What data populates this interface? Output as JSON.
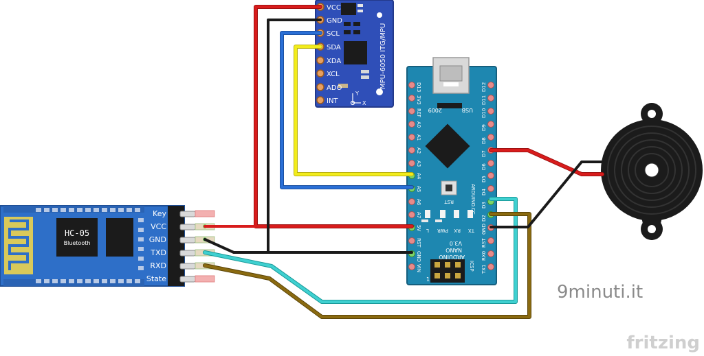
{
  "mpu": {
    "pins": [
      "VCC",
      "GND",
      "SCL",
      "SDA",
      "XDA",
      "XCL",
      "ADO",
      "INT"
    ],
    "side_label": "MPU-6050 ITG/MPU",
    "axes_y": "Y",
    "axes_x": "X"
  },
  "hc05": {
    "title": "HC-05",
    "subtitle": "Bluetooth",
    "pins": [
      "Key",
      "VCC",
      "GND",
      "TXD",
      "RXD",
      "State"
    ]
  },
  "nano": {
    "left_pins": [
      "D13",
      "3V3",
      "REF",
      "A0",
      "A1",
      "A2",
      "A3",
      "A4",
      "A5",
      "A6",
      "A7",
      "5V",
      "RST",
      "GND",
      "VIN"
    ],
    "right_pins": [
      "D12",
      "D11",
      "D10",
      "D9",
      "D8",
      "D7",
      "D6",
      "D5",
      "D4",
      "D3",
      "D2",
      "GND",
      "RST",
      "RX0",
      "TX1"
    ],
    "usb_label": "USB",
    "year_label": "2009",
    "rst_label": "RST",
    "model_label": "ARDUINO.CC",
    "led_labels": [
      "L",
      "PWR",
      "RX",
      "TX"
    ],
    "name_lines": [
      "ARDUINO",
      "NANO",
      "V3.0"
    ],
    "icsp_label": "ICSP",
    "icsp_pin1": "1"
  },
  "watermark": "9minuti.it",
  "logo": "fritzing",
  "colors": {
    "red": "#d81c1c",
    "black": "#1a1a1a",
    "blue": "#2a6fd6",
    "yellow": "#f2ec1c",
    "cyan": "#3fd0d0",
    "brown": "#8a6a10",
    "mpu_board": "#2f4fb8",
    "nano_board": "#1e87b0",
    "hc05_board": "#2e6fc8"
  }
}
